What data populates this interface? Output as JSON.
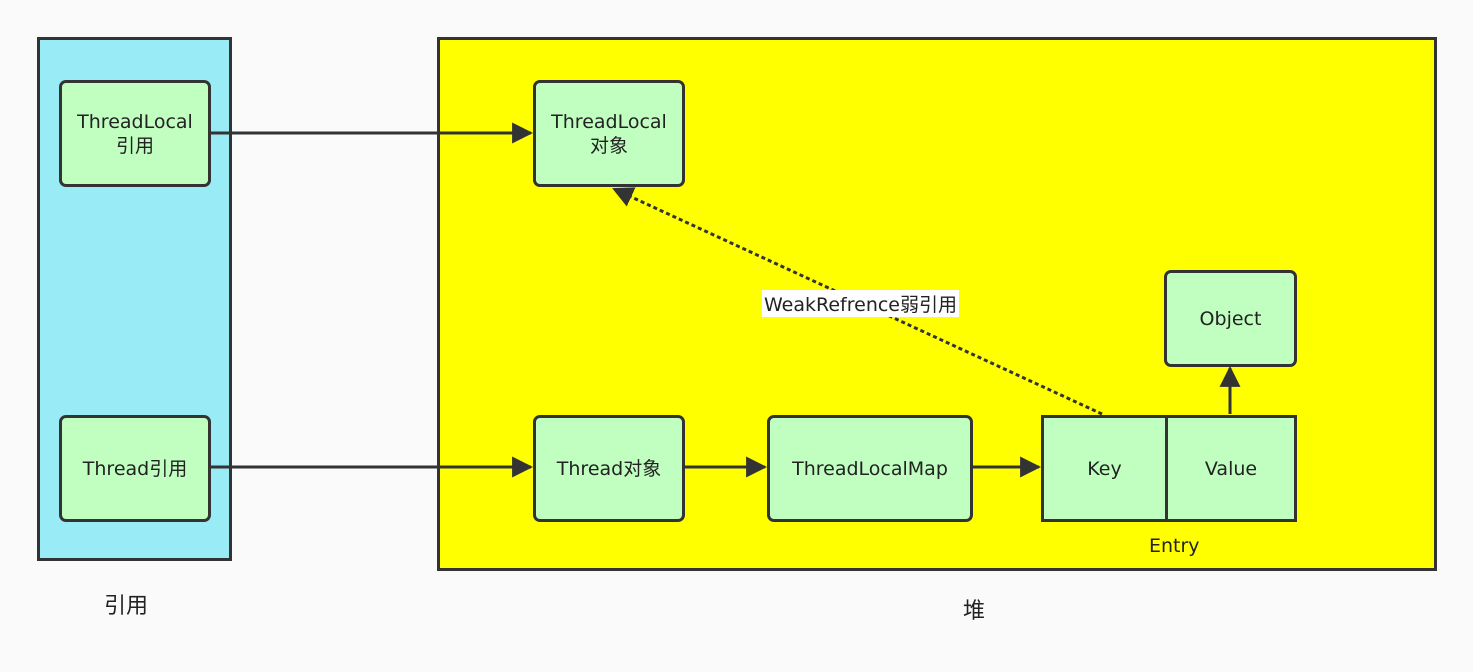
{
  "regions": {
    "stack_label": "引用",
    "heap_label": "堆"
  },
  "nodes": {
    "tl_ref_line1": "ThreadLocal",
    "tl_ref_line2": "引用",
    "thread_ref": "Thread引用",
    "tl_obj_line1": "ThreadLocal",
    "tl_obj_line2": "对象",
    "thread_obj": "Thread对象",
    "tl_map": "ThreadLocalMap",
    "key": "Key",
    "value": "Value",
    "object": "Object",
    "entry_label": "Entry"
  },
  "edges": {
    "weak_label": "WeakRefrence弱引用"
  },
  "colors": {
    "stack_fill": "#99ebf6",
    "heap_fill": "#ffff00",
    "node_fill": "#c1ffc1",
    "stroke": "#333333"
  }
}
